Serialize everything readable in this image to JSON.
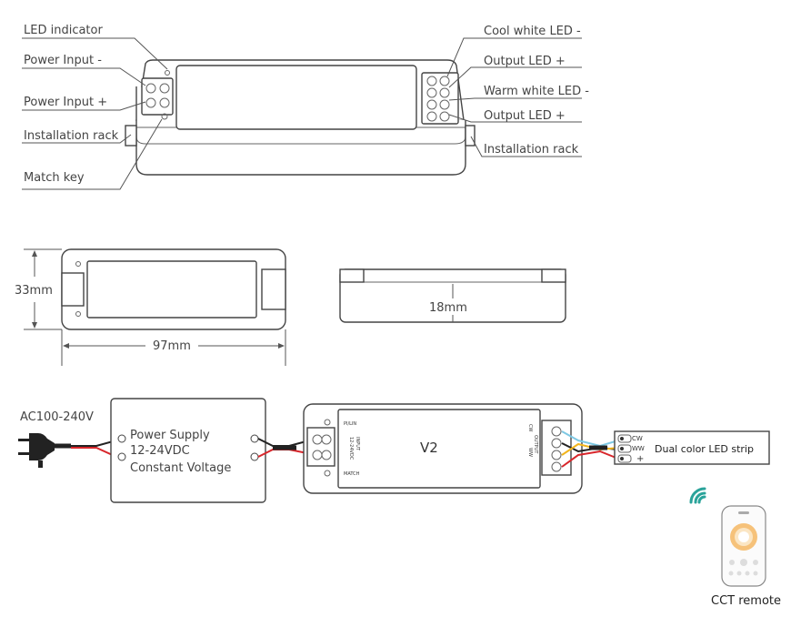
{
  "callouts_left": {
    "led_indicator": "LED indicator",
    "power_input_minus": "Power Input -",
    "power_input_plus": "Power Input +",
    "installation_rack": "Installation rack",
    "match_key": "Match key"
  },
  "callouts_right": {
    "cool_white_led_minus": "Cool white LED -",
    "output_led_plus_1": "Output LED +",
    "warm_white_led_minus": "Warm white LED -",
    "output_led_plus_2": "Output LED +",
    "installation_rack": "Installation rack"
  },
  "dimensions": {
    "height": "33mm",
    "width": "97mm",
    "depth": "18mm"
  },
  "wiring": {
    "ac_label": "AC100-240V",
    "psu_line1": "Power Supply",
    "psu_line2": "12-24VDC",
    "psu_line3": "Constant Voltage",
    "controller_label": "V2",
    "pilin": "PI/LIN",
    "match": "MATCH",
    "input_label": "INPUT",
    "input_voltage": "12-24VDC",
    "output_label": "OUTPUT",
    "term_cw": "CW",
    "term_ww": "WW",
    "strip_cw": "CW",
    "strip_ww": "WW",
    "strip_plus": "+",
    "strip_label": "Dual color LED strip",
    "remote_label": "CCT remote"
  },
  "colors": {
    "wire_red": "#d8262b",
    "wire_black": "#222222",
    "wire_blue": "#7ec8e3",
    "wire_yellow": "#f2b51d",
    "wifi": "#2aa39a"
  }
}
